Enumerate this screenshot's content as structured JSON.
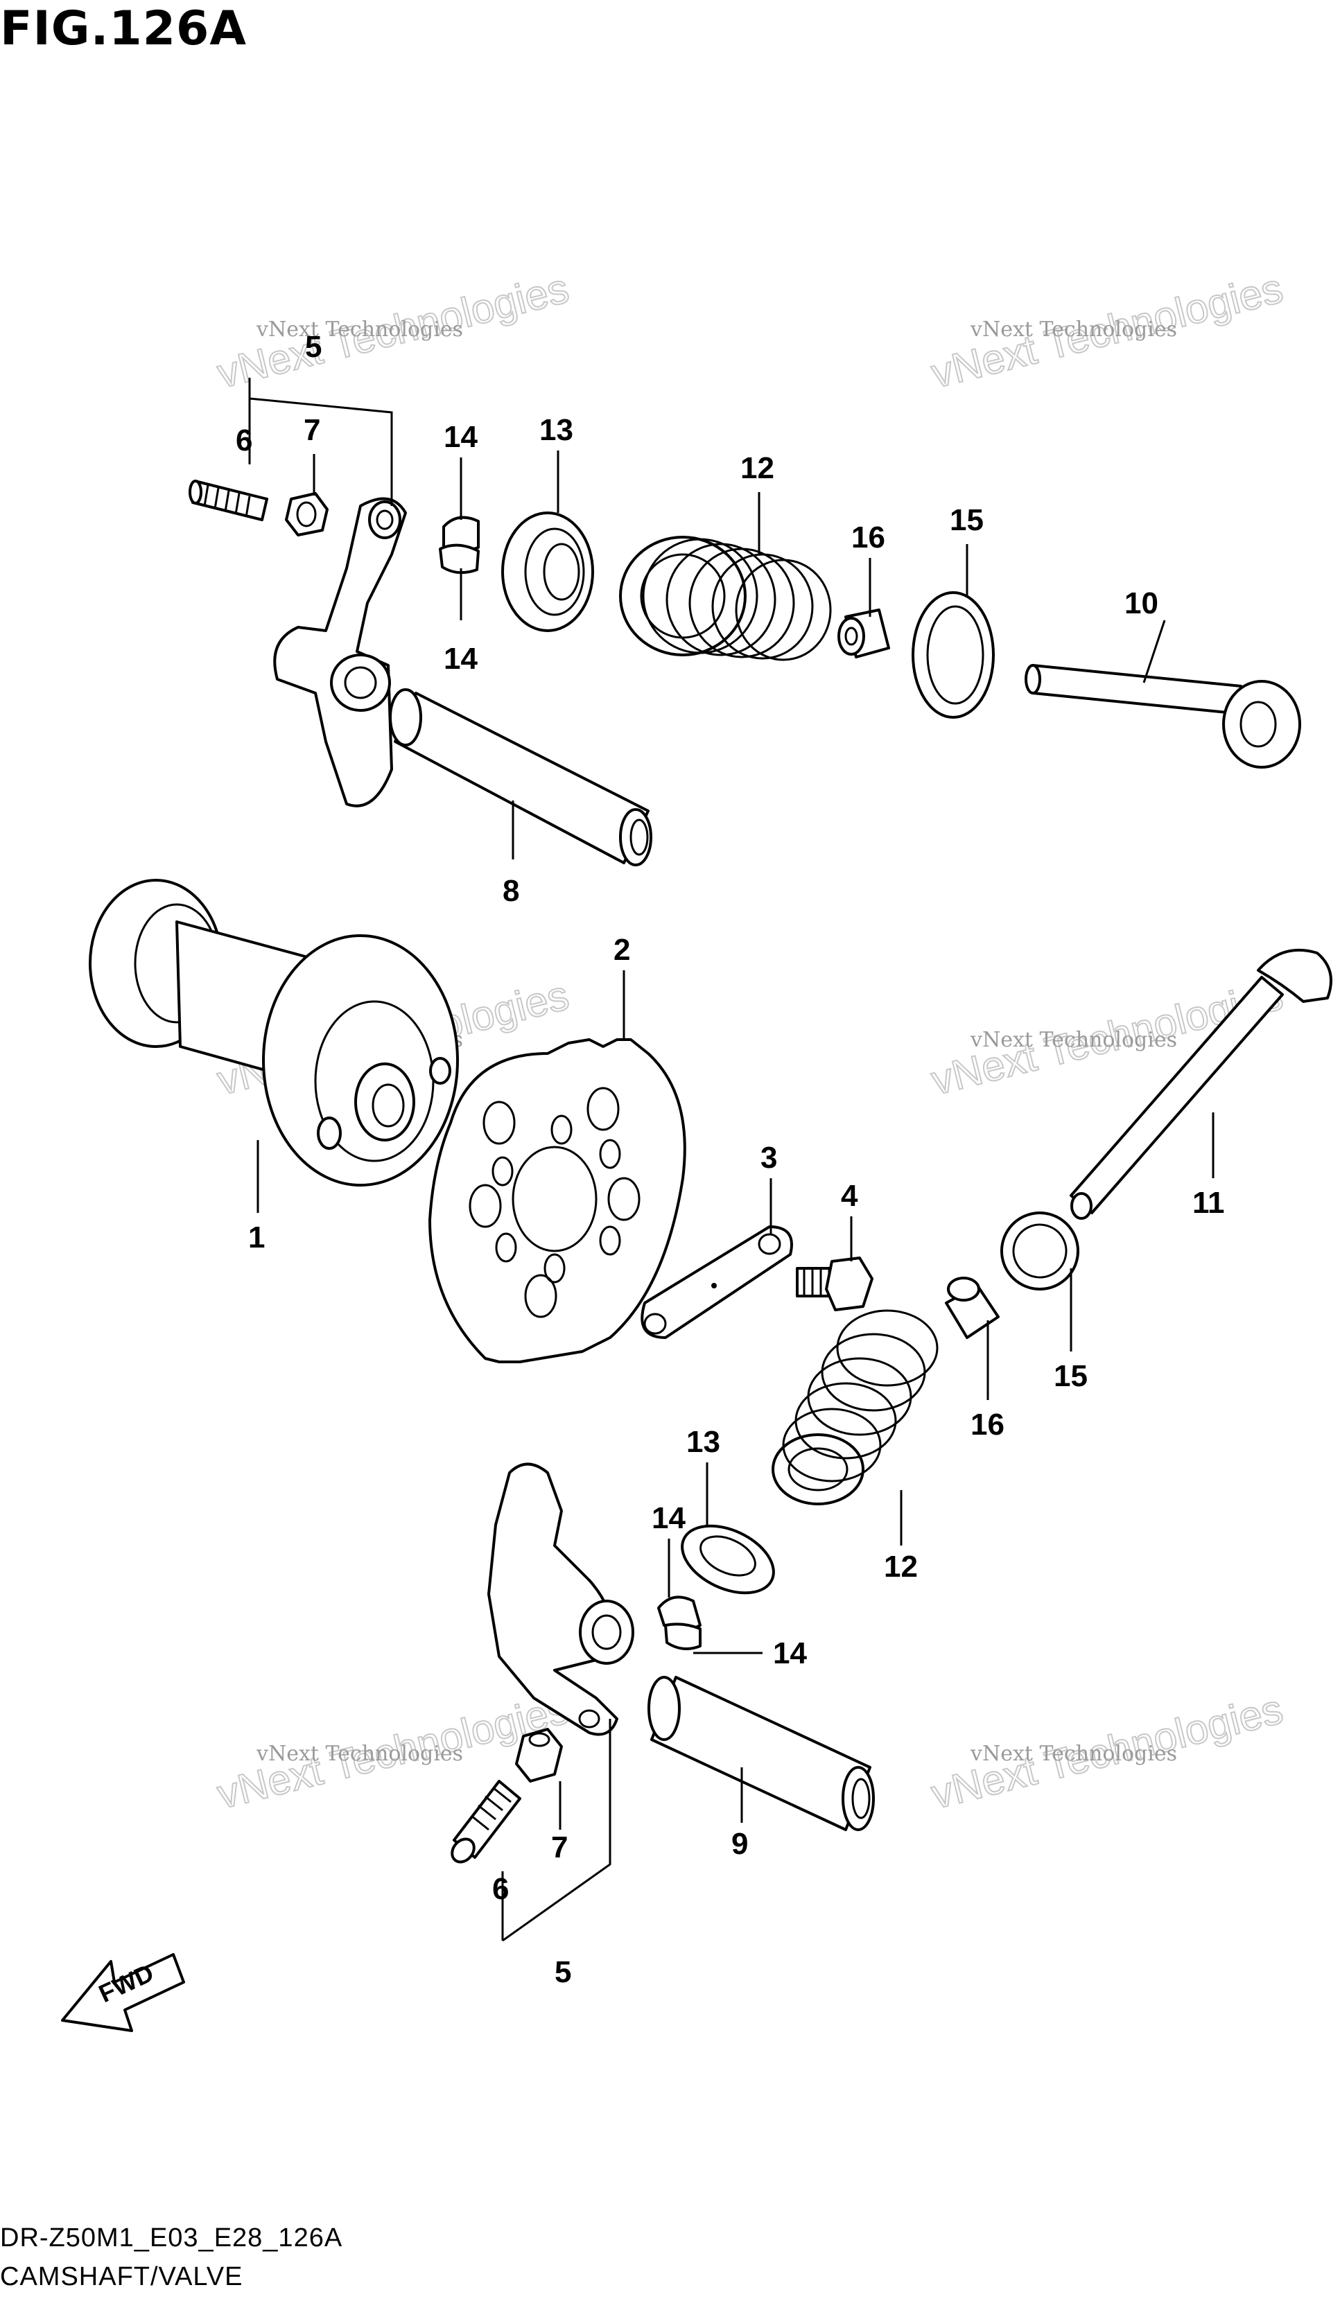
{
  "figure_title": "FIG.126A",
  "footer": {
    "model_code": "DR-Z50M1_E03_E28_126A",
    "section_name": "CAMSHAFT/VALVE"
  },
  "watermark": {
    "small_text": "vNext Technologies",
    "big_text": "vNext Technologies"
  },
  "direction_marker": "FWD",
  "part_labels": {
    "p1": "1",
    "p2": "2",
    "p3": "3",
    "p4": "4",
    "p5_top": "5",
    "p5_bottom": "5",
    "p6_top": "6",
    "p6_bottom": "6",
    "p7_top": "7",
    "p7_bottom": "7",
    "p8": "8",
    "p9": "9",
    "p10": "10",
    "p11": "11",
    "p12_top": "12",
    "p12_bottom": "12",
    "p13_top": "13",
    "p13_bottom": "13",
    "p14_top_a": "14",
    "p14_top_b": "14",
    "p14_bottom_a": "14",
    "p14_bottom_b": "14",
    "p15_top": "15",
    "p15_bottom": "15",
    "p16_top": "16",
    "p16_bottom": "16"
  },
  "icons": [
    "fwd-arrow-icon"
  ]
}
